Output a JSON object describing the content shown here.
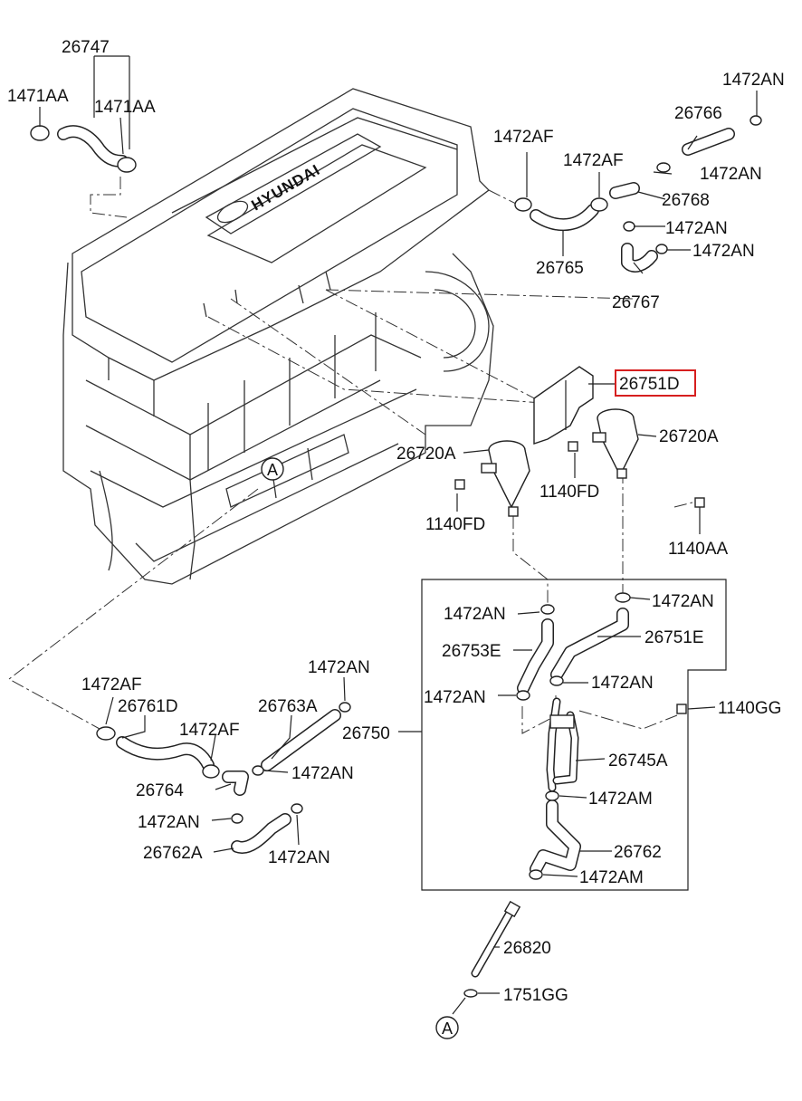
{
  "diagram": {
    "labels": {
      "p26747": "26747",
      "p1471AA_l": "1471AA",
      "p1471AA_r": "1471AA",
      "p1472AN_top": "1472AN",
      "p26766": "26766",
      "p1472AF_a": "1472AF",
      "p1472AF_b": "1472AF",
      "p1472AN_b": "1472AN",
      "p26768": "26768",
      "p1472AN_c": "1472AN",
      "p1472AN_d": "1472AN",
      "p26765": "26765",
      "p26767": "26767",
      "p26751D": "26751D",
      "p26720A_l": "26720A",
      "p26720A_r": "26720A",
      "p1140FD_r": "1140FD",
      "p1140FD_l": "1140FD",
      "p1140AA": "1140AA",
      "p1472AN_e": "1472AN",
      "p1472AN_f": "1472AN",
      "p26753E": "26753E",
      "p26751E": "26751E",
      "p1472AN_g": "1472AN",
      "p1472AN_h": "1472AN",
      "p1140GG": "1140GG",
      "p26750": "26750",
      "p26745A": "26745A",
      "p1472AM_a": "1472AM",
      "p26762": "26762",
      "p1472AM_b": "1472AM",
      "p1472AF_c": "1472AF",
      "p26761D": "26761D",
      "p1472AN_i": "1472AN",
      "p26763A": "26763A",
      "p1472AF_d": "1472AF",
      "p1472AN_j": "1472AN",
      "p26764": "26764",
      "p1472AN_k": "1472AN",
      "p26762A": "26762A",
      "p1472AN_l": "1472AN",
      "p26820": "26820",
      "p1751GG": "1751GG",
      "ref_a_top": "A",
      "ref_a_bottom": "A",
      "brand": "HYUNDAI"
    },
    "highlight_color": "#d61f1f"
  }
}
